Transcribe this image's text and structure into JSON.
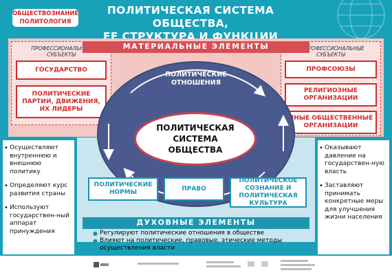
{
  "header": {
    "tag_line1": "ОБЩЕСТВОЗНАНИЕ",
    "tag_line2": "ПОЛИТОЛОГИЯ",
    "title_line1": "ПОЛИТИЧЕСКАЯ СИСТЕМА ОБЩЕСТВА,",
    "title_line2": "ЕЕ СТРУКТУРА И ФУНКЦИИ"
  },
  "material_label": "МАТЕРИАЛЬНЫЕ ЭЛЕМЕНТЫ",
  "spiritual_label": "ДУХОВНЫЕ ЭЛЕМЕНТЫ",
  "left_panel": {
    "heading_line1": "ПРОФЕССИОНАЛЬНЫЕ",
    "heading_line2": "СУБЪЕКТЫ",
    "boxes": [
      "ГОСУДАРСТВО",
      "ПОЛИТИЧЕСКИЕ ПАРТИИ, ДВИЖЕНИЯ, ИХ ЛИДЕРЫ"
    ]
  },
  "right_panel": {
    "heading_line1": "НЕПРОФЕССИОНАЛЬНЫЕ",
    "heading_line2": "СУБЪЕКТЫ",
    "boxes": [
      "ПРОФСОЮЗЫ",
      "РЕЛИГИОЗНЫЕ ОРГАНИЗАЦИИ",
      "ИНЫЕ ОБЩЕСТВЕННЫЕ ОРГАНИЗАЦИИ"
    ]
  },
  "center": {
    "relations_line1": "ПОЛИТИЧЕСКИЕ",
    "relations_line2": "ОТНОШЕНИЯ",
    "system_line1": "ПОЛИТИЧЕСКАЯ",
    "system_line2": "СИСТЕМА",
    "system_line3": "ОБЩЕСТВА"
  },
  "spiritual_boxes": [
    "ПОЛИТИЧЕСКИЕ НОРМЫ",
    "ПРАВО",
    "ПОЛИТИЧЕСКОЕ СОЗНАНИЕ И ПОЛИТИЧЕСКАЯ КУЛЬТУРА"
  ],
  "left_functions": [
    "Осуществляют внутреннюю и внешнюю политику",
    "Определяют курс развития страны",
    "Используют государствен-ный аппарат принуждения"
  ],
  "right_functions": [
    "Оказывают давление на государствен-ную власть",
    "Заставляют принимать конкретные меры для улучшения жизни населения"
  ],
  "bottom_points": [
    "Регулируют политические отношения в обществе",
    "Влияют на политические, правовые, этические методы осуществления власти"
  ],
  "colors": {
    "teal": "#1aa0b8",
    "red": "#d52a2a",
    "pink": "#f3c7c4",
    "light_blue": "#c9e6f0",
    "ring": "#4b5a8e"
  }
}
